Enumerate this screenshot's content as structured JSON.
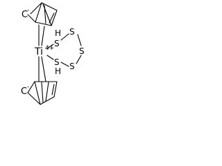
{
  "molecule": {
    "metal": {
      "symbol": "Ti",
      "charge": "4+"
    },
    "ring_top": {
      "carbanion_label": "C",
      "charge": "-"
    },
    "ring_bottom": {
      "carbanion_label": "C",
      "charge": "-"
    },
    "chain_atoms": {
      "sh_top_h": "H",
      "sh_top_s": "S",
      "s2": "S",
      "s3": "S",
      "s4": "S",
      "sh_bottom_s": "S",
      "sh_bottom_h": "H"
    },
    "colors": {
      "bond": "#000000",
      "label": "#000000",
      "background": "#ffffff"
    }
  }
}
